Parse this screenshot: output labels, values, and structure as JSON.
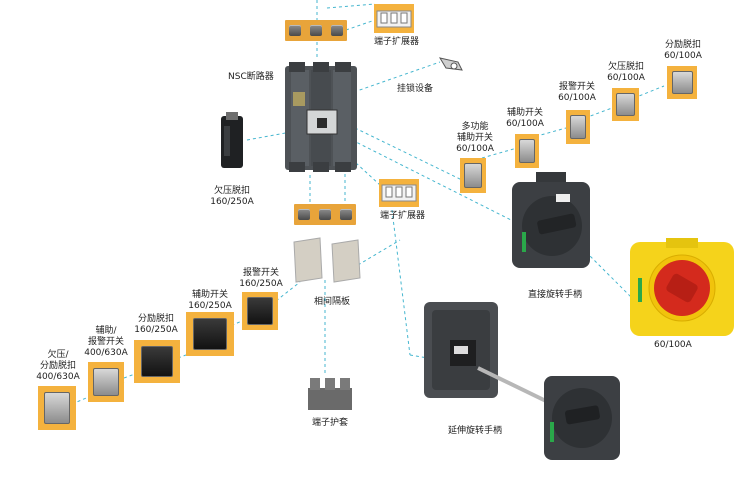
{
  "labels": {
    "terminal_expander_top": "端子扩展器",
    "nsc_breaker": "NSC断路器",
    "lock_device": "挂锁设备",
    "multi_aux_switch": "多功能\n辅助开关\n60/100A",
    "aux_switch_small": "辅助开关\n60/100A",
    "alarm_switch_small": "报警开关\n60/100A",
    "undervoltage_small": "欠压脱扣\n60/100A",
    "shunt_trip_small": "分励脱扣\n60/100A",
    "undervoltage_left": "欠压脱扣\n160/250A",
    "terminal_expander_mid": "端子扩展器",
    "phase_barrier": "相间隔板",
    "alarm_switch_mid": "报警开关\n160/250A",
    "aux_switch_mid": "辅助开关\n160/250A",
    "shunt_trip_mid": "分励脱扣\n160/250A",
    "aux_alarm_large": "辅助/\n报警开关\n400/630A",
    "uv_shunt_large": "欠压/\n分励脱扣\n400/630A",
    "direct_handle": "直接旋转手柄",
    "emergency_rating": "60/100A",
    "terminal_cover": "端子护套",
    "extended_handle": "延伸旋转手柄"
  },
  "colors": {
    "connector_line": "#45b6cf",
    "accessory_tile": "#f4b23e",
    "terminal_cube": "#6b6b6b",
    "breaker_body": "#4e5256",
    "handle_black": "#2e3134",
    "emergency_yellow": "#f5d31b",
    "emergency_red": "#d42a1d"
  }
}
